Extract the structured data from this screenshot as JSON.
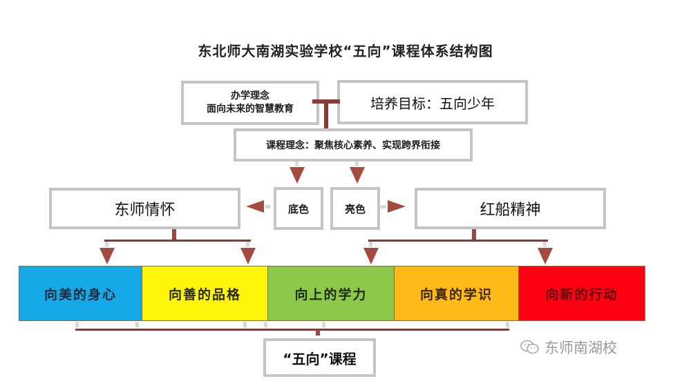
{
  "title": "东北师大南湖实验学校“五向”课程体系结构图",
  "top": {
    "philosophy": {
      "heading": "办学理念",
      "text": "面向未来的智慧教育"
    },
    "goal": "培养目标：五向少年",
    "course_concept": "课程理念：聚焦核心素养、实现跨界衔接"
  },
  "middle": {
    "base_color": "底色",
    "bright_color": "亮色",
    "left_branch": "东师情怀",
    "right_branch": "红船精神"
  },
  "bands": [
    {
      "label": "向美的身心",
      "color": "#17a8e8",
      "text_color": "#1c2a3a"
    },
    {
      "label": "向善的品格",
      "color": "#fff50a",
      "text_color": "#2a2a10"
    },
    {
      "label": "向上的学力",
      "color": "#8cc84a",
      "text_color": "#1e2a12"
    },
    {
      "label": "向真的学识",
      "color": "#ffba18",
      "text_color": "#3a2608"
    },
    {
      "label": "向新的行动",
      "color": "#ff0012",
      "text_color": "#5a0a0a"
    }
  ],
  "bottom": {
    "result": "“五向”课程"
  },
  "watermark": {
    "icon": "wechat-icon",
    "text": "东师南湖校"
  },
  "colors": {
    "connector": "#8a3a36",
    "arrow": "#a54a3e",
    "box_border": "#c4c4c4"
  }
}
